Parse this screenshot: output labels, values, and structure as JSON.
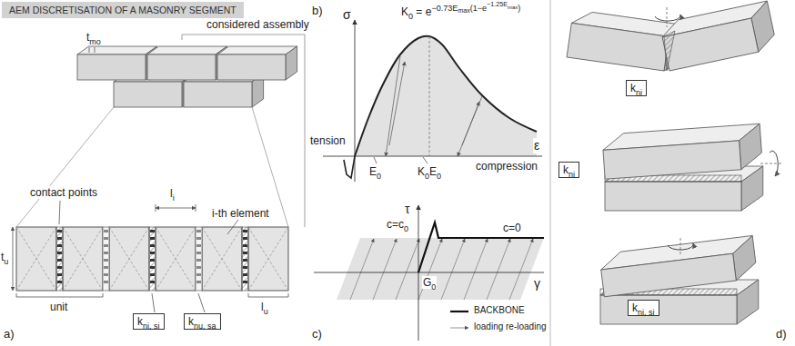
{
  "diagram": {
    "title": "AEM DISCRETISATION OF A MASONRY SEGMENT",
    "nodes": [
      {
        "text": [
          "kni, si"
        ]
      },
      {
        "text": [
          "knu, sa"
        ]
      },
      {
        "text": [
          "kni"
        ]
      },
      {
        "text": [
          "kni"
        ]
      },
      {
        "text": [
          "kni, si"
        ]
      }
    ],
    "labels": [
      "tmo",
      "considered assembly",
      "contact points",
      "li",
      "i-th element",
      "tu",
      "unit",
      "lu",
      "a)",
      "b)",
      "σ",
      "K0 = e−0.73Emax(1−e−1.25Emax)",
      "tension",
      "compression",
      "ε",
      "E0",
      "K0E0",
      "c)",
      "τ",
      "c=c0",
      "c=0",
      "G0",
      "γ",
      "d)"
    ],
    "legend": [
      {
        "text": "BACKBONE"
      },
      {
        "text": "loading re-loading"
      }
    ]
  }
}
